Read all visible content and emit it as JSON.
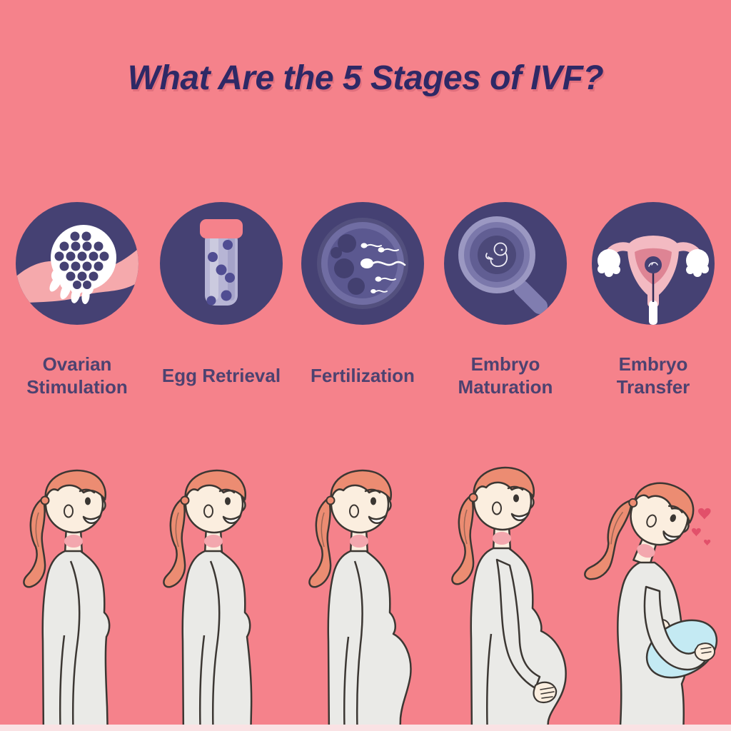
{
  "title": "What Are the 5 Stages of IVF?",
  "colors": {
    "background": "#F5828B",
    "title_text": "#2E2966",
    "label_text": "#4D4270",
    "icon_circle": "#454173",
    "dress": "#EAEAE7",
    "outline": "#3C3733",
    "skin": "#FBEEDF",
    "hair": "#EC8C72",
    "baby_blanket": "#C4EAF3",
    "heart": "#E2506A",
    "bottom_strip": "#FAE2E4"
  },
  "stages": [
    {
      "label": "Ovarian Stimulation",
      "icon": "ovarian-stimulation-icon"
    },
    {
      "label": "Egg Retrieval",
      "icon": "test-tube-icon"
    },
    {
      "label": "Fertilization",
      "icon": "petri-dish-sperm-icon"
    },
    {
      "label": "Embryo Maturation",
      "icon": "magnifier-embryo-icon"
    },
    {
      "label": "Embryo Transfer",
      "icon": "uterus-transfer-icon"
    }
  ],
  "pregnancy_progression": [
    {
      "stage": 1,
      "depicts": "woman, not pregnant"
    },
    {
      "stage": 2,
      "depicts": "woman, early pregnancy"
    },
    {
      "stage": 3,
      "depicts": "woman, mid pregnancy"
    },
    {
      "stage": 4,
      "depicts": "woman, late pregnancy, hand on belly"
    },
    {
      "stage": 5,
      "depicts": "mother holding newborn in blue blanket with hearts"
    }
  ]
}
